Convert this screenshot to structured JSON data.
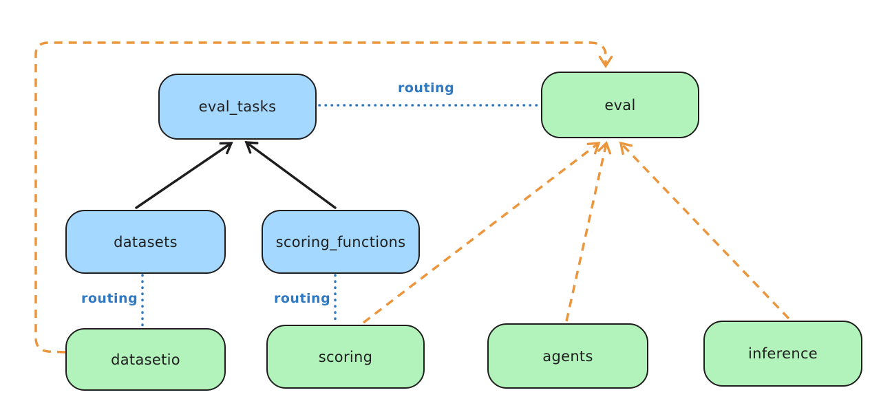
{
  "colors": {
    "api_fill": "#a5d8ff",
    "provider_fill": "#b2f2bb",
    "stroke_dark": "#1e1e1e",
    "routing_blue": "#2f78c2",
    "dependency_orange": "#eb963c",
    "background": "#ffffff"
  },
  "nodes": {
    "eval_tasks": {
      "label": "eval_tasks",
      "type": "api"
    },
    "eval": {
      "label": "eval",
      "type": "provider"
    },
    "datasets": {
      "label": "datasets",
      "type": "api"
    },
    "scoring_functions": {
      "label": "scoring_functions",
      "type": "api"
    },
    "datasetio": {
      "label": "datasetio",
      "type": "provider"
    },
    "scoring": {
      "label": "scoring",
      "type": "provider"
    },
    "agents": {
      "label": "agents",
      "type": "provider"
    },
    "inference": {
      "label": "inference",
      "type": "provider"
    }
  },
  "labels": {
    "routing_eval_tasks_eval": "routing",
    "routing_datasets_datasetio": "routing",
    "routing_scoring_functions_scoring": "routing"
  },
  "edges": [
    {
      "from": "datasets",
      "to": "eval_tasks",
      "style": "solid-black-arrow"
    },
    {
      "from": "scoring_functions",
      "to": "eval_tasks",
      "style": "solid-black-arrow"
    },
    {
      "from": "eval_tasks",
      "to": "eval",
      "style": "dotted-blue",
      "label": "routing"
    },
    {
      "from": "datasets",
      "to": "datasetio",
      "style": "dotted-blue",
      "label": "routing"
    },
    {
      "from": "scoring_functions",
      "to": "scoring",
      "style": "dotted-blue",
      "label": "routing"
    },
    {
      "from": "datasetio",
      "to": "eval",
      "style": "dashed-orange-arrow"
    },
    {
      "from": "scoring",
      "to": "eval",
      "style": "dashed-orange-arrow"
    },
    {
      "from": "agents",
      "to": "eval",
      "style": "dashed-orange-arrow"
    },
    {
      "from": "inference",
      "to": "eval",
      "style": "dashed-orange-arrow"
    }
  ]
}
